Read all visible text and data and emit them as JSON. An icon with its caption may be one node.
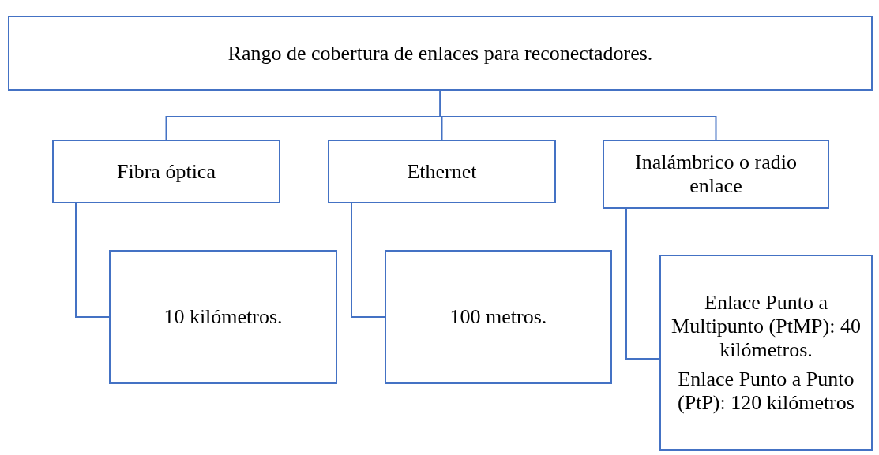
{
  "diagram": {
    "nodes": [
      {
        "text": [
          "Rango de cobertura de enlaces para reconectadores."
        ]
      },
      {
        "text": [
          "Fibra óptica"
        ]
      },
      {
        "text": [
          "Ethernet"
        ]
      },
      {
        "text": [
          "Inalámbrico o radio enlace"
        ]
      },
      {
        "text": [
          "10 kilómetros."
        ]
      },
      {
        "text": [
          "100 metros."
        ]
      },
      {
        "text": [
          "Enlace Punto a Multipunto (PtMP): 40 kilómetros.",
          "Enlace Punto a Punto (PtP): 120 kilómetros"
        ]
      }
    ],
    "edges": [
      {
        "from": 0,
        "to": 1,
        "arrow": "none"
      },
      {
        "from": 0,
        "to": 2,
        "arrow": "none"
      },
      {
        "from": 0,
        "to": 3,
        "arrow": "none"
      },
      {
        "from": 1,
        "to": 4,
        "arrow": "none"
      },
      {
        "from": 2,
        "to": 5,
        "arrow": "none"
      },
      {
        "from": 3,
        "to": 6,
        "arrow": "none"
      }
    ]
  }
}
